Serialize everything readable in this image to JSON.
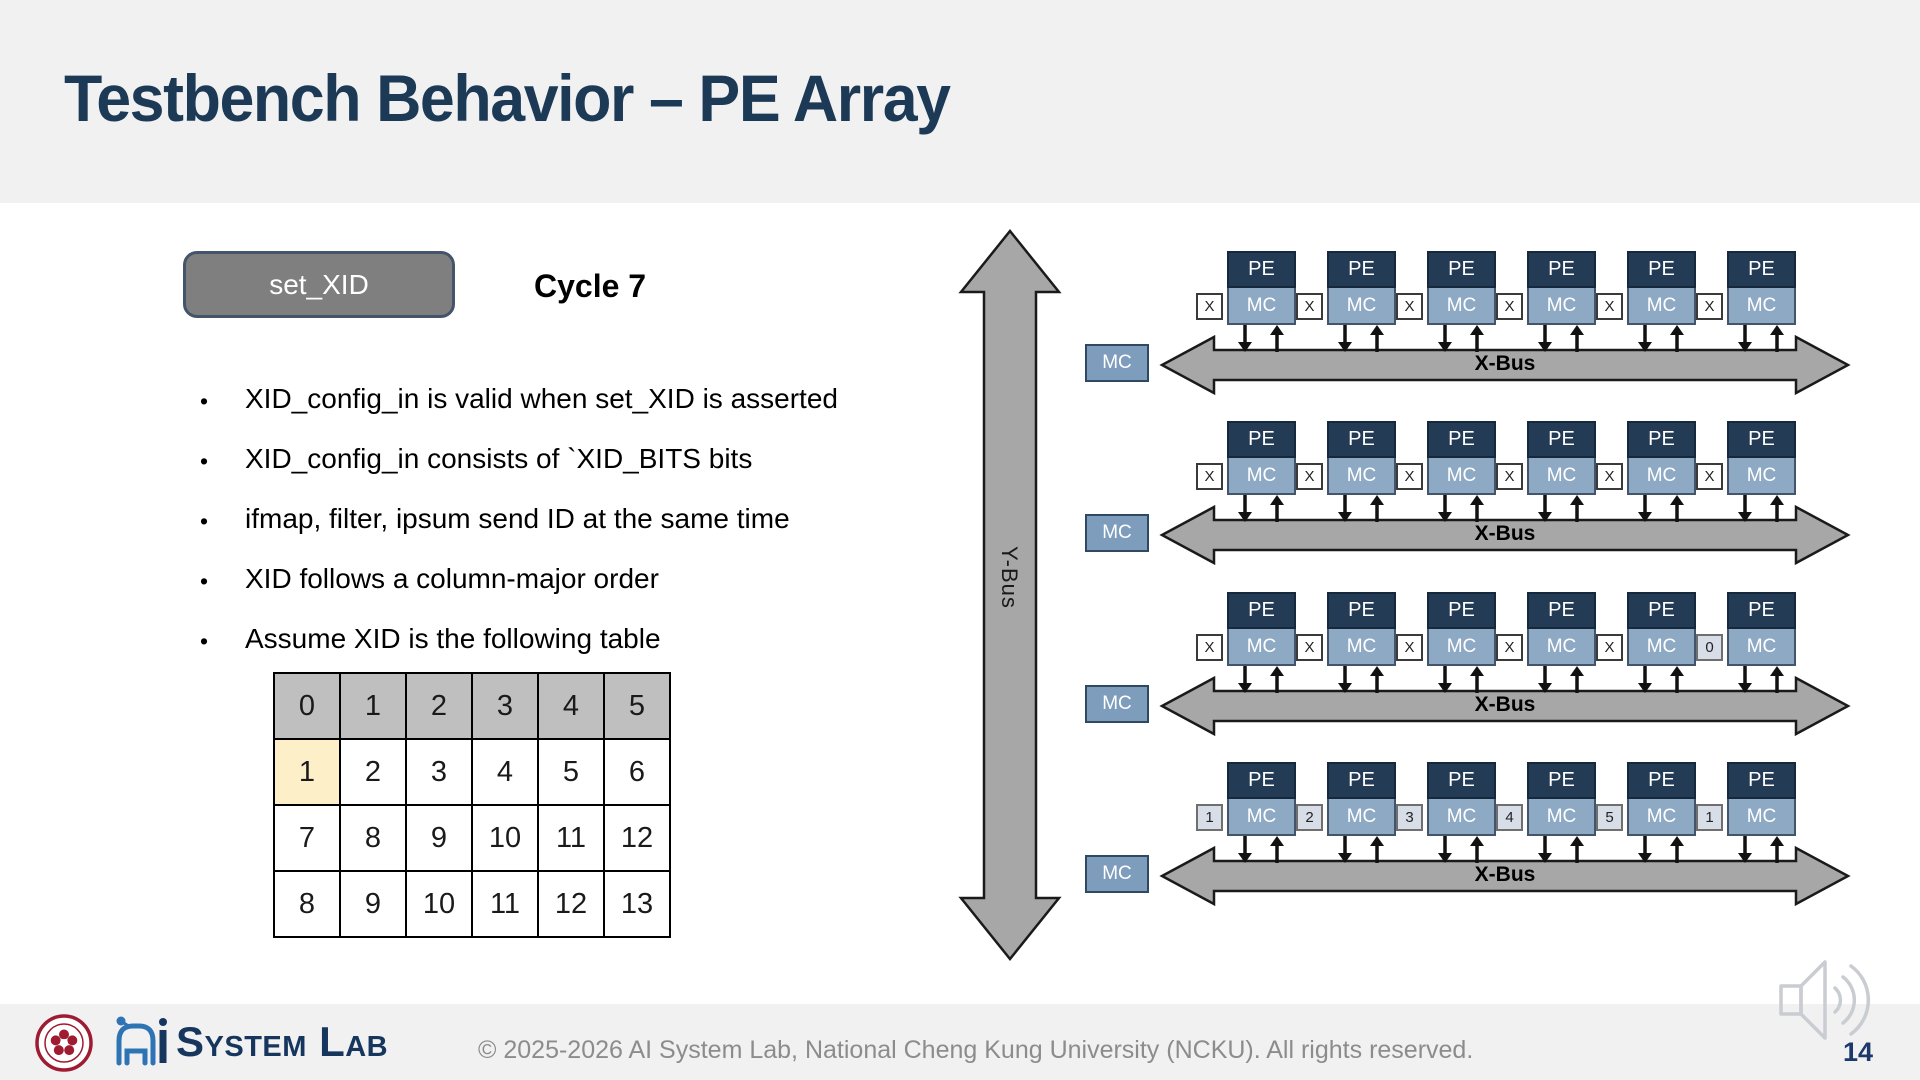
{
  "slide": {
    "title": "Testbench Behavior – PE Array",
    "page_number": "14"
  },
  "content": {
    "signal_button_label": "set_XID",
    "cycle_label": "Cycle 7",
    "bullets": [
      "XID_config_in is valid when set_XID is asserted",
      "XID_config_in consists of `XID_BITS bits",
      "ifmap, filter, ipsum send ID at the same time",
      "XID follows a column-major order",
      "Assume XID is the following table"
    ],
    "xid_table": {
      "header_row": [
        "0",
        "1",
        "2",
        "3",
        "4",
        "5"
      ],
      "body_rows": [
        [
          "1",
          "2",
          "3",
          "4",
          "5",
          "6"
        ],
        [
          "7",
          "8",
          "9",
          "10",
          "11",
          "12"
        ],
        [
          "8",
          "9",
          "10",
          "11",
          "12",
          "13"
        ]
      ],
      "highlighted_cell": {
        "row_index": 0,
        "col_index": 0,
        "value": "1"
      }
    }
  },
  "diagram": {
    "y_bus_label": "Y-Bus",
    "x_bus_label": "X-Bus",
    "pe_label": "PE",
    "mc_label": "MC",
    "rows": [
      {
        "left_mc_label": "MC",
        "tag_boxes": [
          "X",
          "X",
          "X",
          "X",
          "X",
          "X"
        ]
      },
      {
        "left_mc_label": "MC",
        "tag_boxes": [
          "X",
          "X",
          "X",
          "X",
          "X",
          "X"
        ]
      },
      {
        "left_mc_label": "MC",
        "tag_boxes": [
          "X",
          "X",
          "X",
          "X",
          "X",
          "0"
        ]
      },
      {
        "left_mc_label": "MC",
        "tag_boxes": [
          "1",
          "2",
          "3",
          "4",
          "5",
          "1"
        ]
      }
    ]
  },
  "footer": {
    "brand_text": "System Lab",
    "copyright": "© 2025-2026 AI System Lab, National Cheng Kung University (NCKU). All rights reserved."
  },
  "colors": {
    "title": "#1C3A56",
    "header_band": "#F1F1F2",
    "button_fill": "#7F7F7F",
    "pe_fill": "#243B55",
    "mc_fill": "#8EA9C4",
    "solo_mc_fill": "#7E9DBC",
    "bus_fill": "#A7A7A7",
    "table_header_bg": "#BFBFBF",
    "table_highlight_bg": "#FDF0C9",
    "tag_highlight_bg": "#D8DEE7",
    "ncku_red": "#9E1B32",
    "brand_navy": "#17365D"
  }
}
